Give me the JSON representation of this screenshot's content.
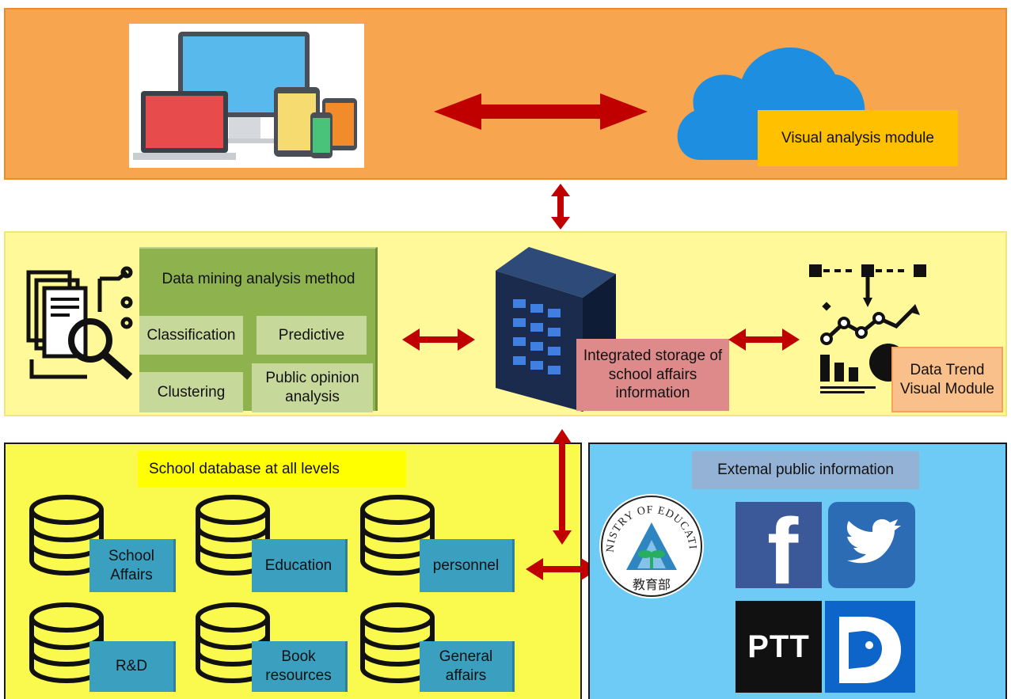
{
  "top": {
    "visual_module": "Visual analysis module"
  },
  "middle": {
    "mining_title": "Data mining analysis method",
    "methods": [
      "Classification",
      "Predictive",
      "Clustering",
      "Public opinion analysis"
    ],
    "storage": "Integrated storage of school affairs information",
    "trend_module": "Data Trend Visual Module"
  },
  "school": {
    "title": "School database at all levels",
    "databases": [
      "School Affairs",
      "Education",
      "personnel",
      "R&D",
      "Book resources",
      "General affairs"
    ]
  },
  "external": {
    "title": "Extemal public information",
    "ministry_seal": "MINISTRY OF EDUCATION",
    "ministry_seal_cn": "教育部",
    "social": {
      "facebook_glyph": "f",
      "ptt_label": "PTT",
      "dcard_glyph": "D"
    }
  },
  "colors": {
    "top_band": "#F7A64F",
    "mid_band": "#FFF999",
    "school_band": "#FAF94D",
    "external_band": "#6ECBF5",
    "arrow": "#C00000",
    "green_box": "#8DB24E",
    "teal_box": "#3B9FBF",
    "storage_box": "#DE8A8A",
    "trend_box": "#F9C08B",
    "visual_box": "#FFC000"
  },
  "icons": [
    "devices-icon",
    "cloud-icon",
    "document-search-icon",
    "server-rack-icon",
    "trend-chart-icon",
    "database-icon",
    "facebook-icon",
    "twitter-icon",
    "ptt-icon",
    "dcard-icon",
    "ministry-seal-icon"
  ]
}
